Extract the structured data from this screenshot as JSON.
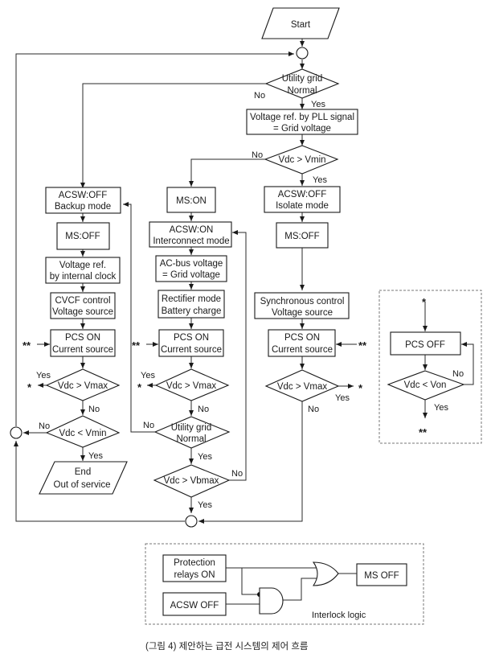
{
  "nodes": {
    "start": "Start",
    "utility_grid_1": [
      "Utility grid",
      "Normal"
    ],
    "pll_ref": [
      "Voltage ref. by PLL signal",
      "= Grid voltage"
    ],
    "vdc_vmin_1": "Vdc > Vmin",
    "acsw_off_backup": [
      "ACSW:OFF",
      "Backup mode"
    ],
    "ms_off_left": "MS:OFF",
    "voltage_ref_internal": [
      "Voltage ref.",
      "by internal clock"
    ],
    "cvcf": [
      "CVCF control",
      "Voltage source"
    ],
    "pcs_on_left": [
      "PCS ON",
      "Current source"
    ],
    "vdc_vmax_left": "Vdc > Vmax",
    "vdc_vmin_left": "Vdc < Vmin",
    "end": [
      "End",
      "Out of service"
    ],
    "ms_on": "MS:ON",
    "acsw_on": [
      "ACSW:ON",
      "Interconnect mode"
    ],
    "ac_bus": [
      "AC-bus voltage",
      "= Grid voltage"
    ],
    "rectifier": [
      "Rectifier mode",
      "Battery charge"
    ],
    "pcs_on_mid": [
      "PCS ON",
      "Current source"
    ],
    "vdc_vmax_mid": "Vdc > Vmax",
    "utility_grid_2": [
      "Utility grid",
      "Normal"
    ],
    "vdc_vbmax": "Vdc > Vbmax",
    "acsw_off_isolate": [
      "ACSW:OFF",
      "Isolate mode"
    ],
    "ms_off_right": "MS:OFF",
    "sync_control": [
      "Synchronous control",
      "Voltage source"
    ],
    "pcs_on_right": [
      "PCS ON",
      "Current source"
    ],
    "vdc_vmax_right": "Vdc > Vmax",
    "pcs_off": "PCS OFF",
    "vdc_von": "Vdc < Von"
  },
  "labels": {
    "yes": "Yes",
    "no": "No",
    "star1": "*",
    "star2": "**"
  },
  "interlock": {
    "protection": [
      "Protection",
      "relays ON"
    ],
    "acsw_off": "ACSW OFF",
    "ms_off": "MS OFF",
    "title": "Interlock logic"
  },
  "caption": "(그림 4) 제안하는 급전 시스템의 제어 흐름"
}
